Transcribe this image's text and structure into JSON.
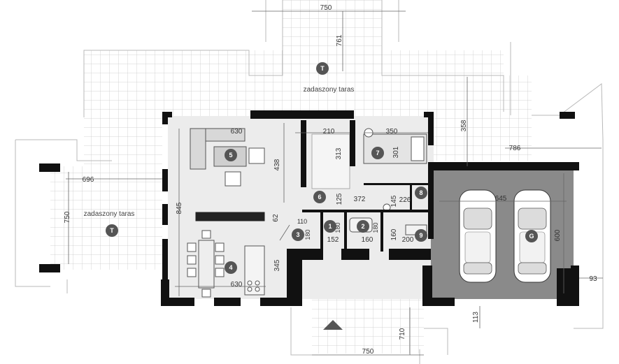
{
  "colors": {
    "wall": "#111111",
    "grid": "#c9c9c9",
    "interior": "#ececec",
    "garage": "#8a8a8a",
    "badge": "#555555"
  },
  "labels": {
    "terrace_label": "zadaszony taras"
  },
  "badges": {
    "t": "T",
    "n1": "1",
    "n2": "2",
    "n3": "3",
    "n4": "4",
    "n5": "5",
    "n6": "6",
    "n7": "7",
    "n8": "8",
    "n9": "9",
    "g": "G"
  },
  "dimensions": {
    "d750": "750",
    "d761": "761",
    "d358": "358",
    "d786": "786",
    "d696": "696",
    "d630": "630",
    "d210": "210",
    "d350": "350",
    "d313": "313",
    "d301": "301",
    "d438": "438",
    "d845": "845",
    "d125": "125",
    "d372": "372",
    "d145": "145",
    "d226": "226",
    "d645": "645",
    "d62": "62",
    "d110": "110",
    "d180": "180",
    "d152": "152",
    "d160": "160",
    "d200": "200",
    "d600": "600",
    "d345": "345",
    "d93": "93",
    "d113": "113",
    "d710": "710"
  }
}
